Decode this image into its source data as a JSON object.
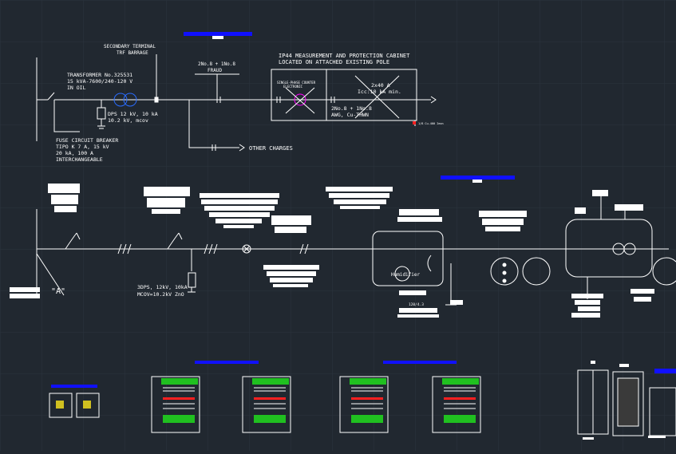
{
  "colors": {
    "background": "#212830",
    "grid": "#2c343e",
    "line": "#ffffff",
    "title_bar": "#1010ff",
    "transformer": "#2a6cff",
    "red": "#ff2020",
    "green": "#20c020",
    "magenta": "#ff00ff"
  },
  "top": {
    "secondary_terminal": "SECONDARY TERMINAL",
    "trf_barrage": "TRF BARRAGE",
    "transformer_line1": "TRANSFORMER No.325531",
    "transformer_line2": "15 kVA-7600/240-120 V",
    "transformer_line3": "IN OIL",
    "dps_line1": "DPS 12 kV, 10 kA",
    "dps_line2": "10.2 kV, mcov",
    "fraud_line1": "2No.8 + 1No.8",
    "fraud_line2": "FRAUD",
    "cabinet_line1": "IP44 MEASUREMENT AND PROTECTION CABINET",
    "cabinet_line2": "LOCATED ON ATTACHED EXISTING POLE",
    "meter_line1": "SINGLE-PHASE COUNTER",
    "meter_line2": "ELECTRONIC",
    "breaker_line1": "2x40 A",
    "breaker_line2": "Icc:10 kA min.",
    "cable_line1": "2No.8 + 1No.8",
    "cable_line2": "AWG, Cu-THWN",
    "ground_note": "1/8 Cu-400 Ieon",
    "other_charges": "OTHER CHARGES",
    "fuse_line1": "FUSE CIRCUIT BREAKER",
    "fuse_line2": "TIPO K 7 A, 15 kV",
    "fuse_line3": "20 kA, 100 A",
    "fuse_line4": "INTERCHANGEABLE"
  },
  "middle": {
    "point_a": "\"A\"",
    "dps_line1": "3DPS, 12kV, 10kA",
    "dps_line2": "MCOV=10.2kV ZnO",
    "humidifier": "Humidifier",
    "small_label": "120/4.3"
  }
}
